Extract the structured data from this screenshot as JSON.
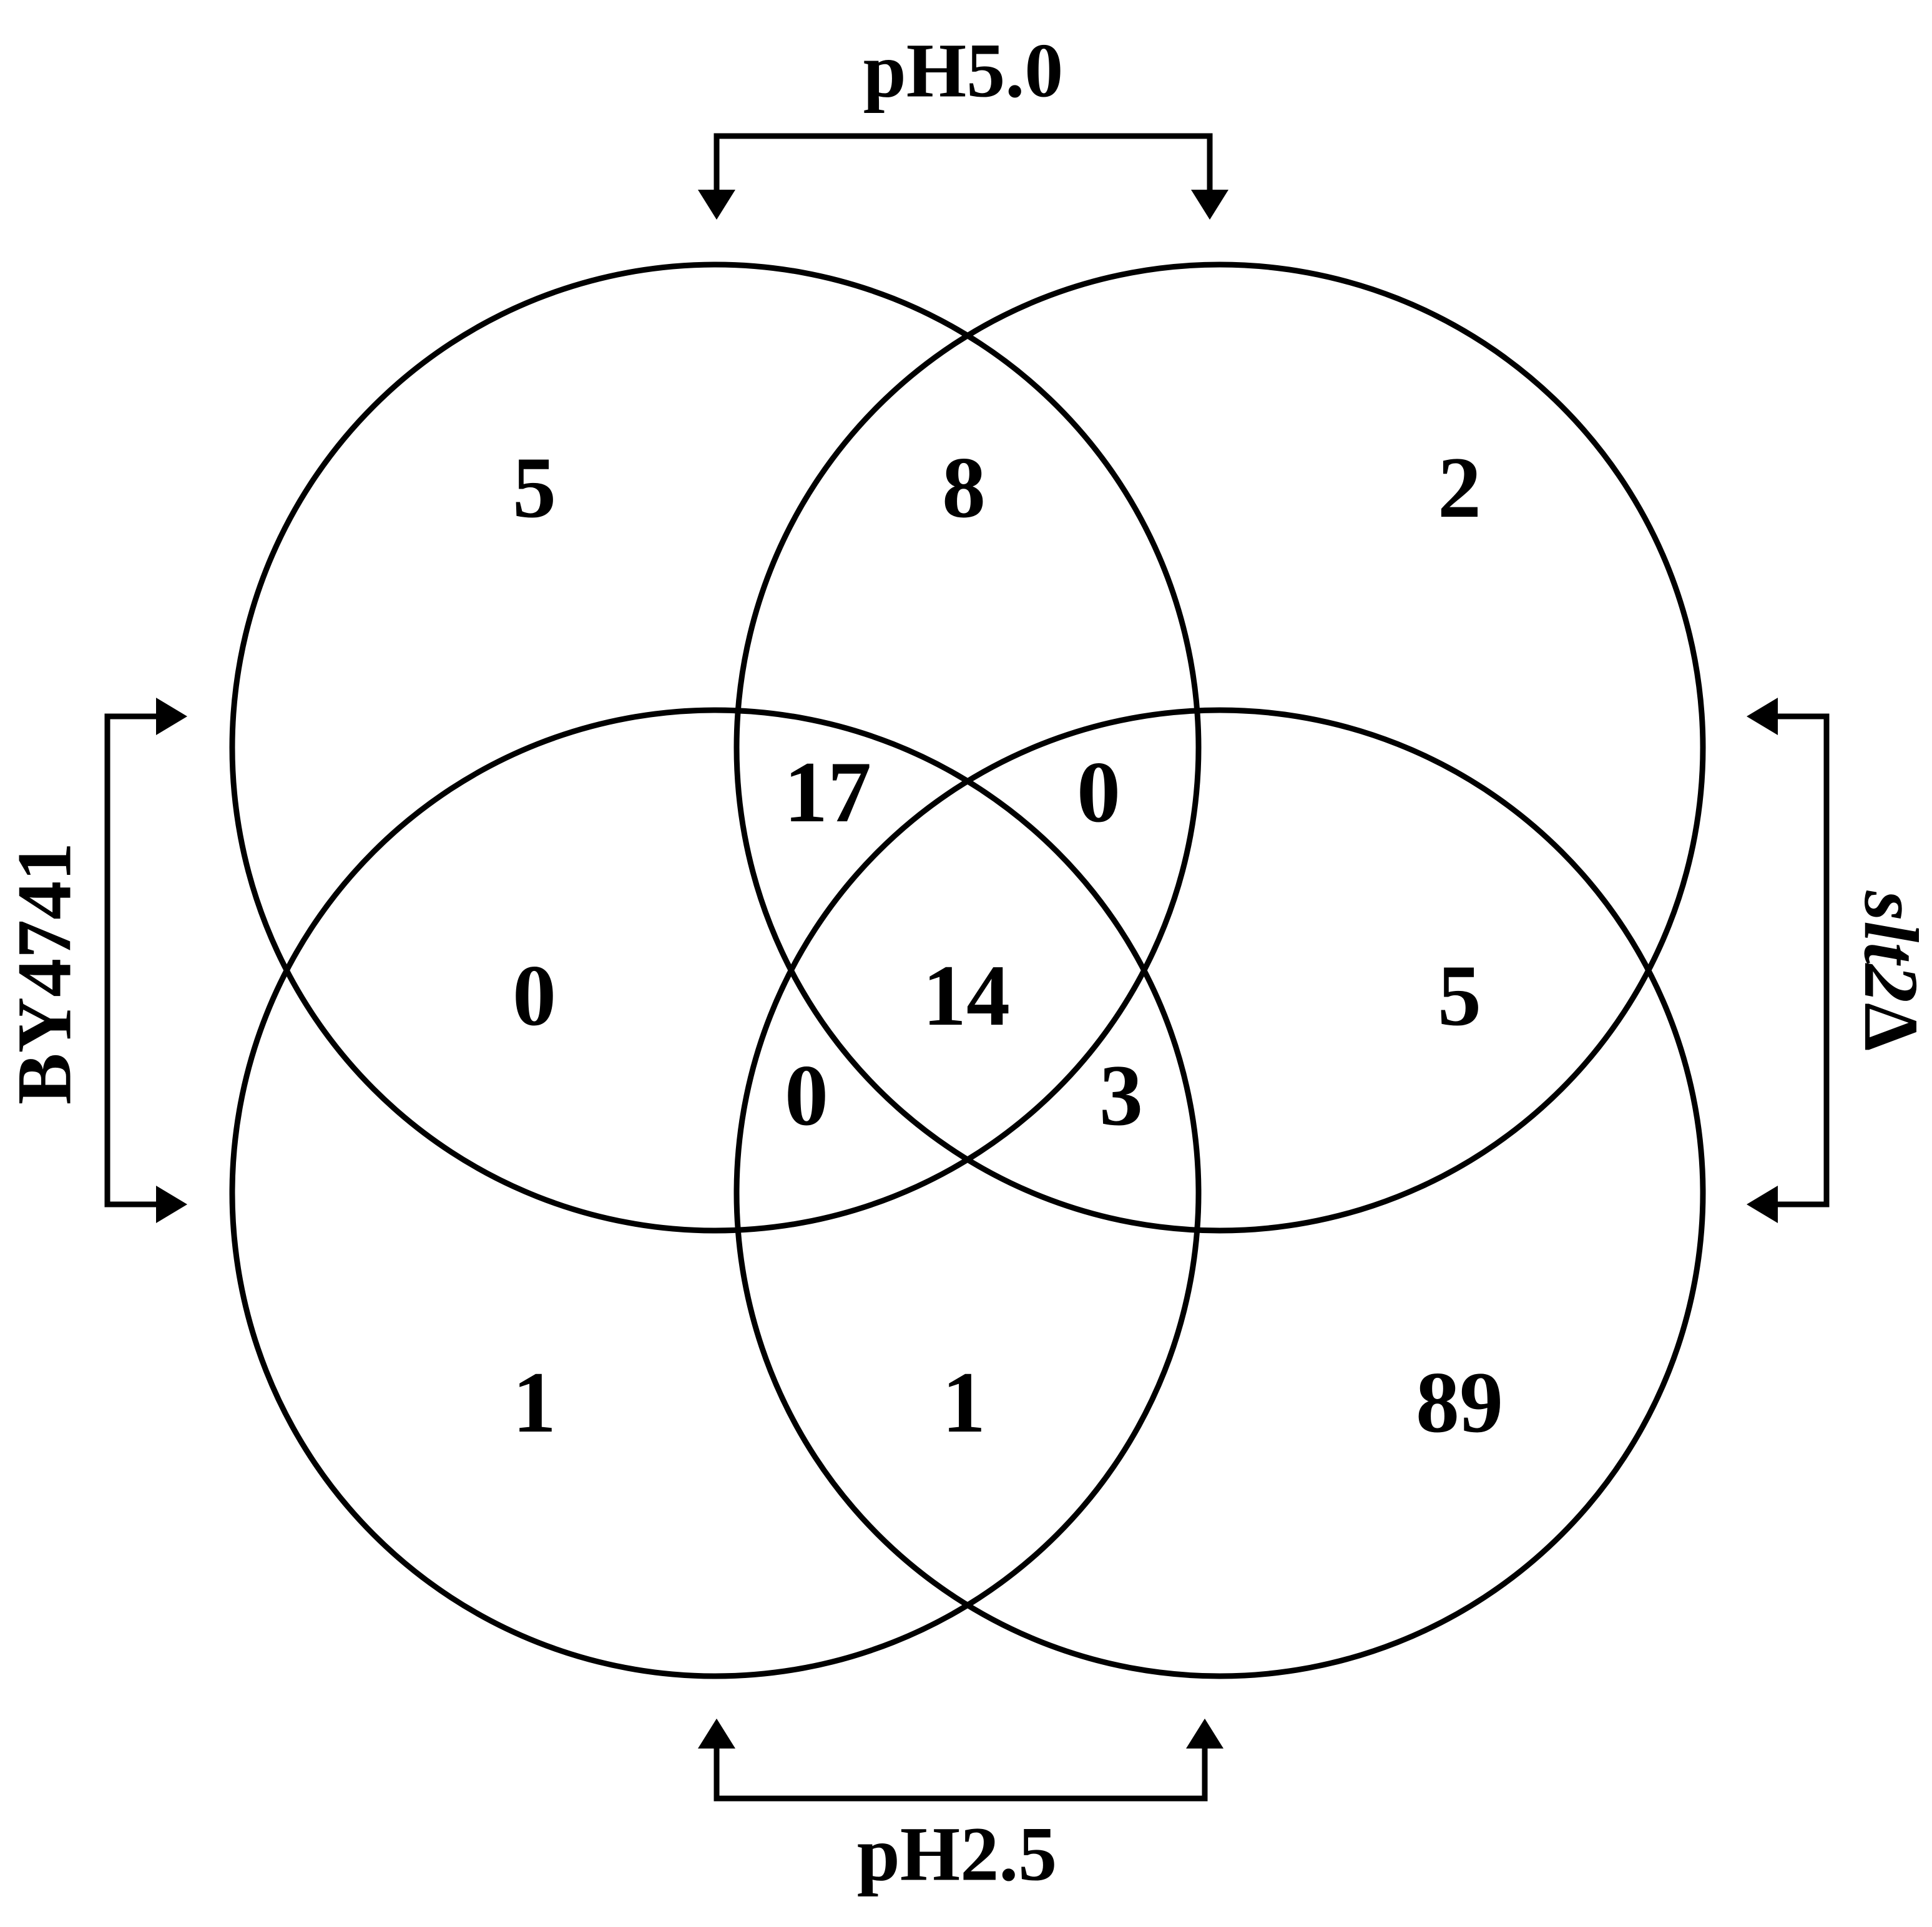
{
  "labels": {
    "top": "pH5.0",
    "bottom": "pH2.5",
    "left": "BY4741",
    "right_italic": "slt2",
    "right_symbol": "Δ"
  },
  "regions": {
    "top_left_only": "5",
    "top_left_top_right": "8",
    "top_right_only": "2",
    "upper_center_left": "17",
    "upper_center_right": "0",
    "middle_left": "0",
    "center_all": "14",
    "middle_right": "5",
    "lower_center_left": "0",
    "lower_center_right": "3",
    "bottom_left_only": "1",
    "bottom_center": "1",
    "bottom_right_only": "89"
  }
}
